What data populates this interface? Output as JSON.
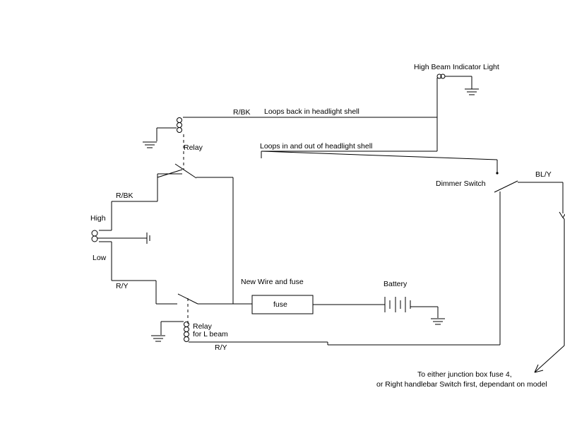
{
  "colors": {
    "wire": "#000000",
    "background": "#ffffff"
  },
  "labels": {
    "high_beam_indicator": "High Beam Indicator Light",
    "r_bk_top": "R/BK",
    "loops_back": "Loops back in headlight shell",
    "relay_top": "Relay",
    "loops_in_out": "Loops in and out of headlight shell",
    "bl_y": "BL/Y",
    "dimmer_switch": "Dimmer Switch",
    "r_bk_left": "R/BK",
    "high": "High",
    "low": "Low",
    "r_y_left": "R/Y",
    "new_wire": "New Wire and fuse",
    "fuse": "fuse",
    "battery": "Battery",
    "relay_bottom_1": "Relay",
    "relay_bottom_2": "for L beam",
    "r_y_bottom": "R/Y",
    "junction_1": "To either junction box fuse 4,",
    "junction_2": "or Right handlebar Switch first, dependant on model"
  },
  "icons": [
    "ground-icon",
    "coil-icon",
    "lamp-icon",
    "battery-icon",
    "fuse-icon",
    "switch-icon",
    "arrow-icon"
  ]
}
